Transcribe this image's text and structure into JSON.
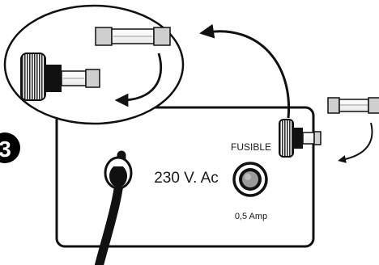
{
  "step_badge": {
    "label": "3",
    "color": "#000000"
  },
  "device": {
    "voltage_label": "230 V. Ac",
    "fuse_holder_label": "FUSIBLE",
    "fuse_rating_label": "0,5 Amp"
  },
  "icons": {
    "knob": "fuse-holder-knob-icon",
    "fuse": "glass-fuse-icon",
    "arrow": "curved-arrow-icon"
  },
  "colors": {
    "ink": "#111111",
    "fill": "#ffffff",
    "fuse_metal": "#cfcfcf",
    "socket": "#9a9a9a"
  }
}
